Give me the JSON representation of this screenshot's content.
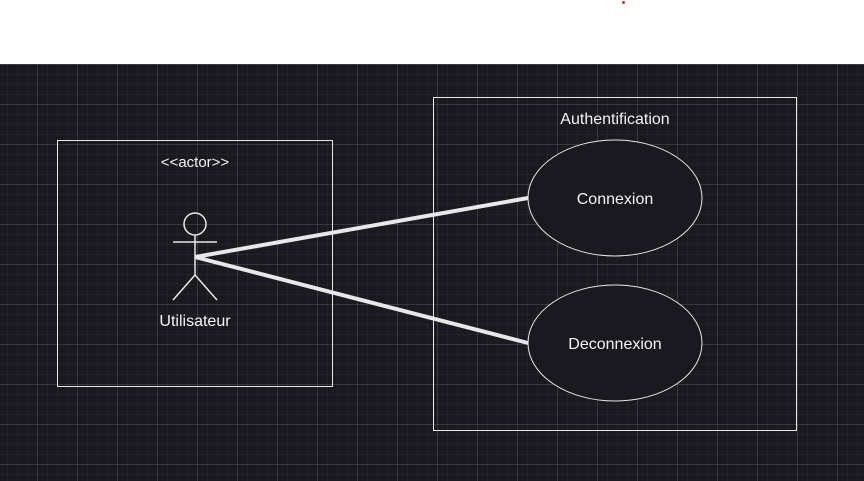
{
  "diagram": {
    "actor_box": {
      "stereotype": "<<actor>>",
      "actor_name": "Utilisateur"
    },
    "system_boundary": {
      "title": "Authentification",
      "use_cases": [
        {
          "label": "Connexion"
        },
        {
          "label": "Deconnexion"
        }
      ]
    }
  },
  "colors": {
    "canvas_background": "#1b1920",
    "stroke": "#e8e8e8",
    "text": "#f2f2f2",
    "marker": "#c0392b"
  }
}
